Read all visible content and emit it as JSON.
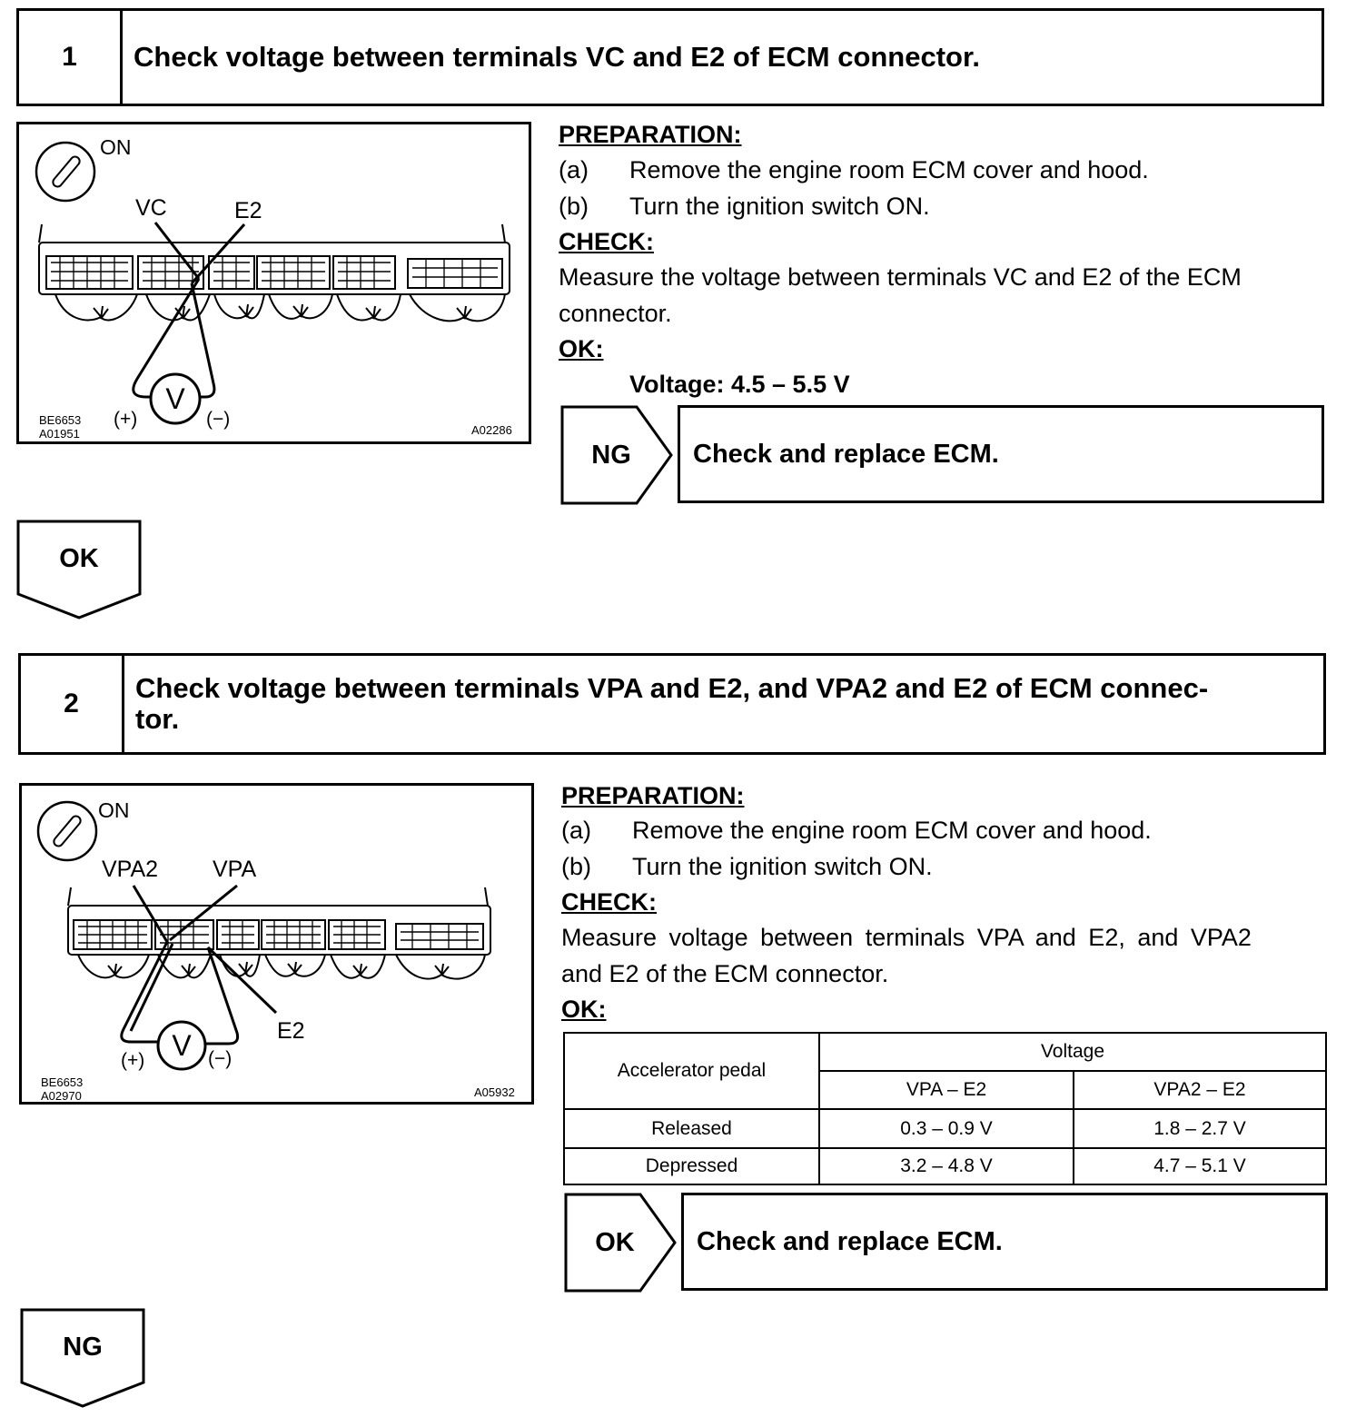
{
  "step1": {
    "number": "1",
    "title": "Check voltage between terminals VC and E2 of ECM connector.",
    "figure": {
      "switch_label": "ON",
      "terminal_labels": [
        "VC",
        "E2"
      ],
      "plus_label": "(+)",
      "minus_label": "(−)",
      "meter_symbol": "V",
      "code_left_1": "BE6653",
      "code_left_2": "A01951",
      "code_right": "A02286"
    },
    "preparation_heading": "PREPARATION:",
    "prep_a_marker": "(a)",
    "prep_a_text": "Remove the engine room ECM cover and hood.",
    "prep_b_marker": "(b)",
    "prep_b_text": "Turn the ignition switch ON.",
    "check_heading": "CHECK:",
    "check_line1": "Measure the voltage between terminals VC and E2 of the ECM",
    "check_line2": "connector.",
    "ok_heading": "OK:",
    "ok_value": "Voltage: 4.5 – 5.5 V",
    "ng_label": "NG",
    "ng_action": "Check and replace ECM.",
    "next_label": "OK"
  },
  "step2": {
    "number": "2",
    "title_line1": "Check voltage between terminals VPA and E2, and VPA2 and E2 of ECM connec-",
    "title_line2": "tor.",
    "figure": {
      "switch_label": "ON",
      "terminal_labels": [
        "VPA2",
        "VPA",
        "E2"
      ],
      "plus_label": "(+)",
      "minus_label": "(−)",
      "meter_symbol": "V",
      "code_left_1": "BE6653",
      "code_left_2": "A02970",
      "code_right": "A05932"
    },
    "preparation_heading": "PREPARATION:",
    "prep_a_marker": "(a)",
    "prep_a_text": "Remove the engine room ECM cover and hood.",
    "prep_b_marker": "(b)",
    "prep_b_text": "Turn the ignition switch ON.",
    "check_heading": "CHECK:",
    "check_line1": "Measure voltage between terminals VPA and E2, and VPA2",
    "check_line2": "and E2 of the ECM connector.",
    "ok_heading": "OK:",
    "table": {
      "row_header": "Accelerator pedal",
      "group_header": "Voltage",
      "col1": "VPA – E2",
      "col2": "VPA2 – E2",
      "rows": [
        {
          "pedal": "Released",
          "vpa": "0.3 – 0.9 V",
          "vpa2": "1.8 – 2.7 V"
        },
        {
          "pedal": "Depressed",
          "vpa": "3.2 – 4.8 V",
          "vpa2": "4.7 – 5.1 V"
        }
      ]
    },
    "ok_label": "OK",
    "ok_action": "Check and replace ECM.",
    "next_label": "NG"
  }
}
